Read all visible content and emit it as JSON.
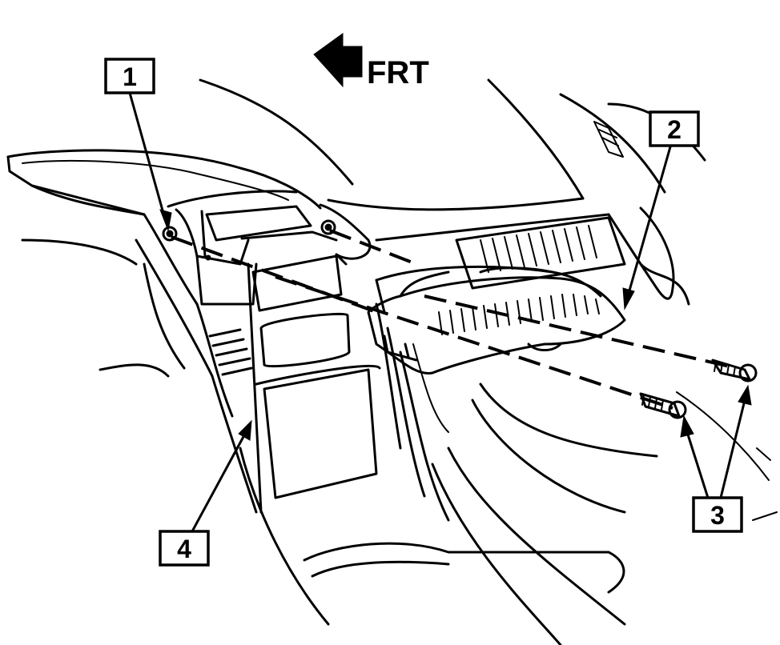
{
  "direction_label": "FRT",
  "callouts": [
    {
      "number": "1"
    },
    {
      "number": "2"
    },
    {
      "number": "3"
    },
    {
      "number": "4"
    }
  ]
}
